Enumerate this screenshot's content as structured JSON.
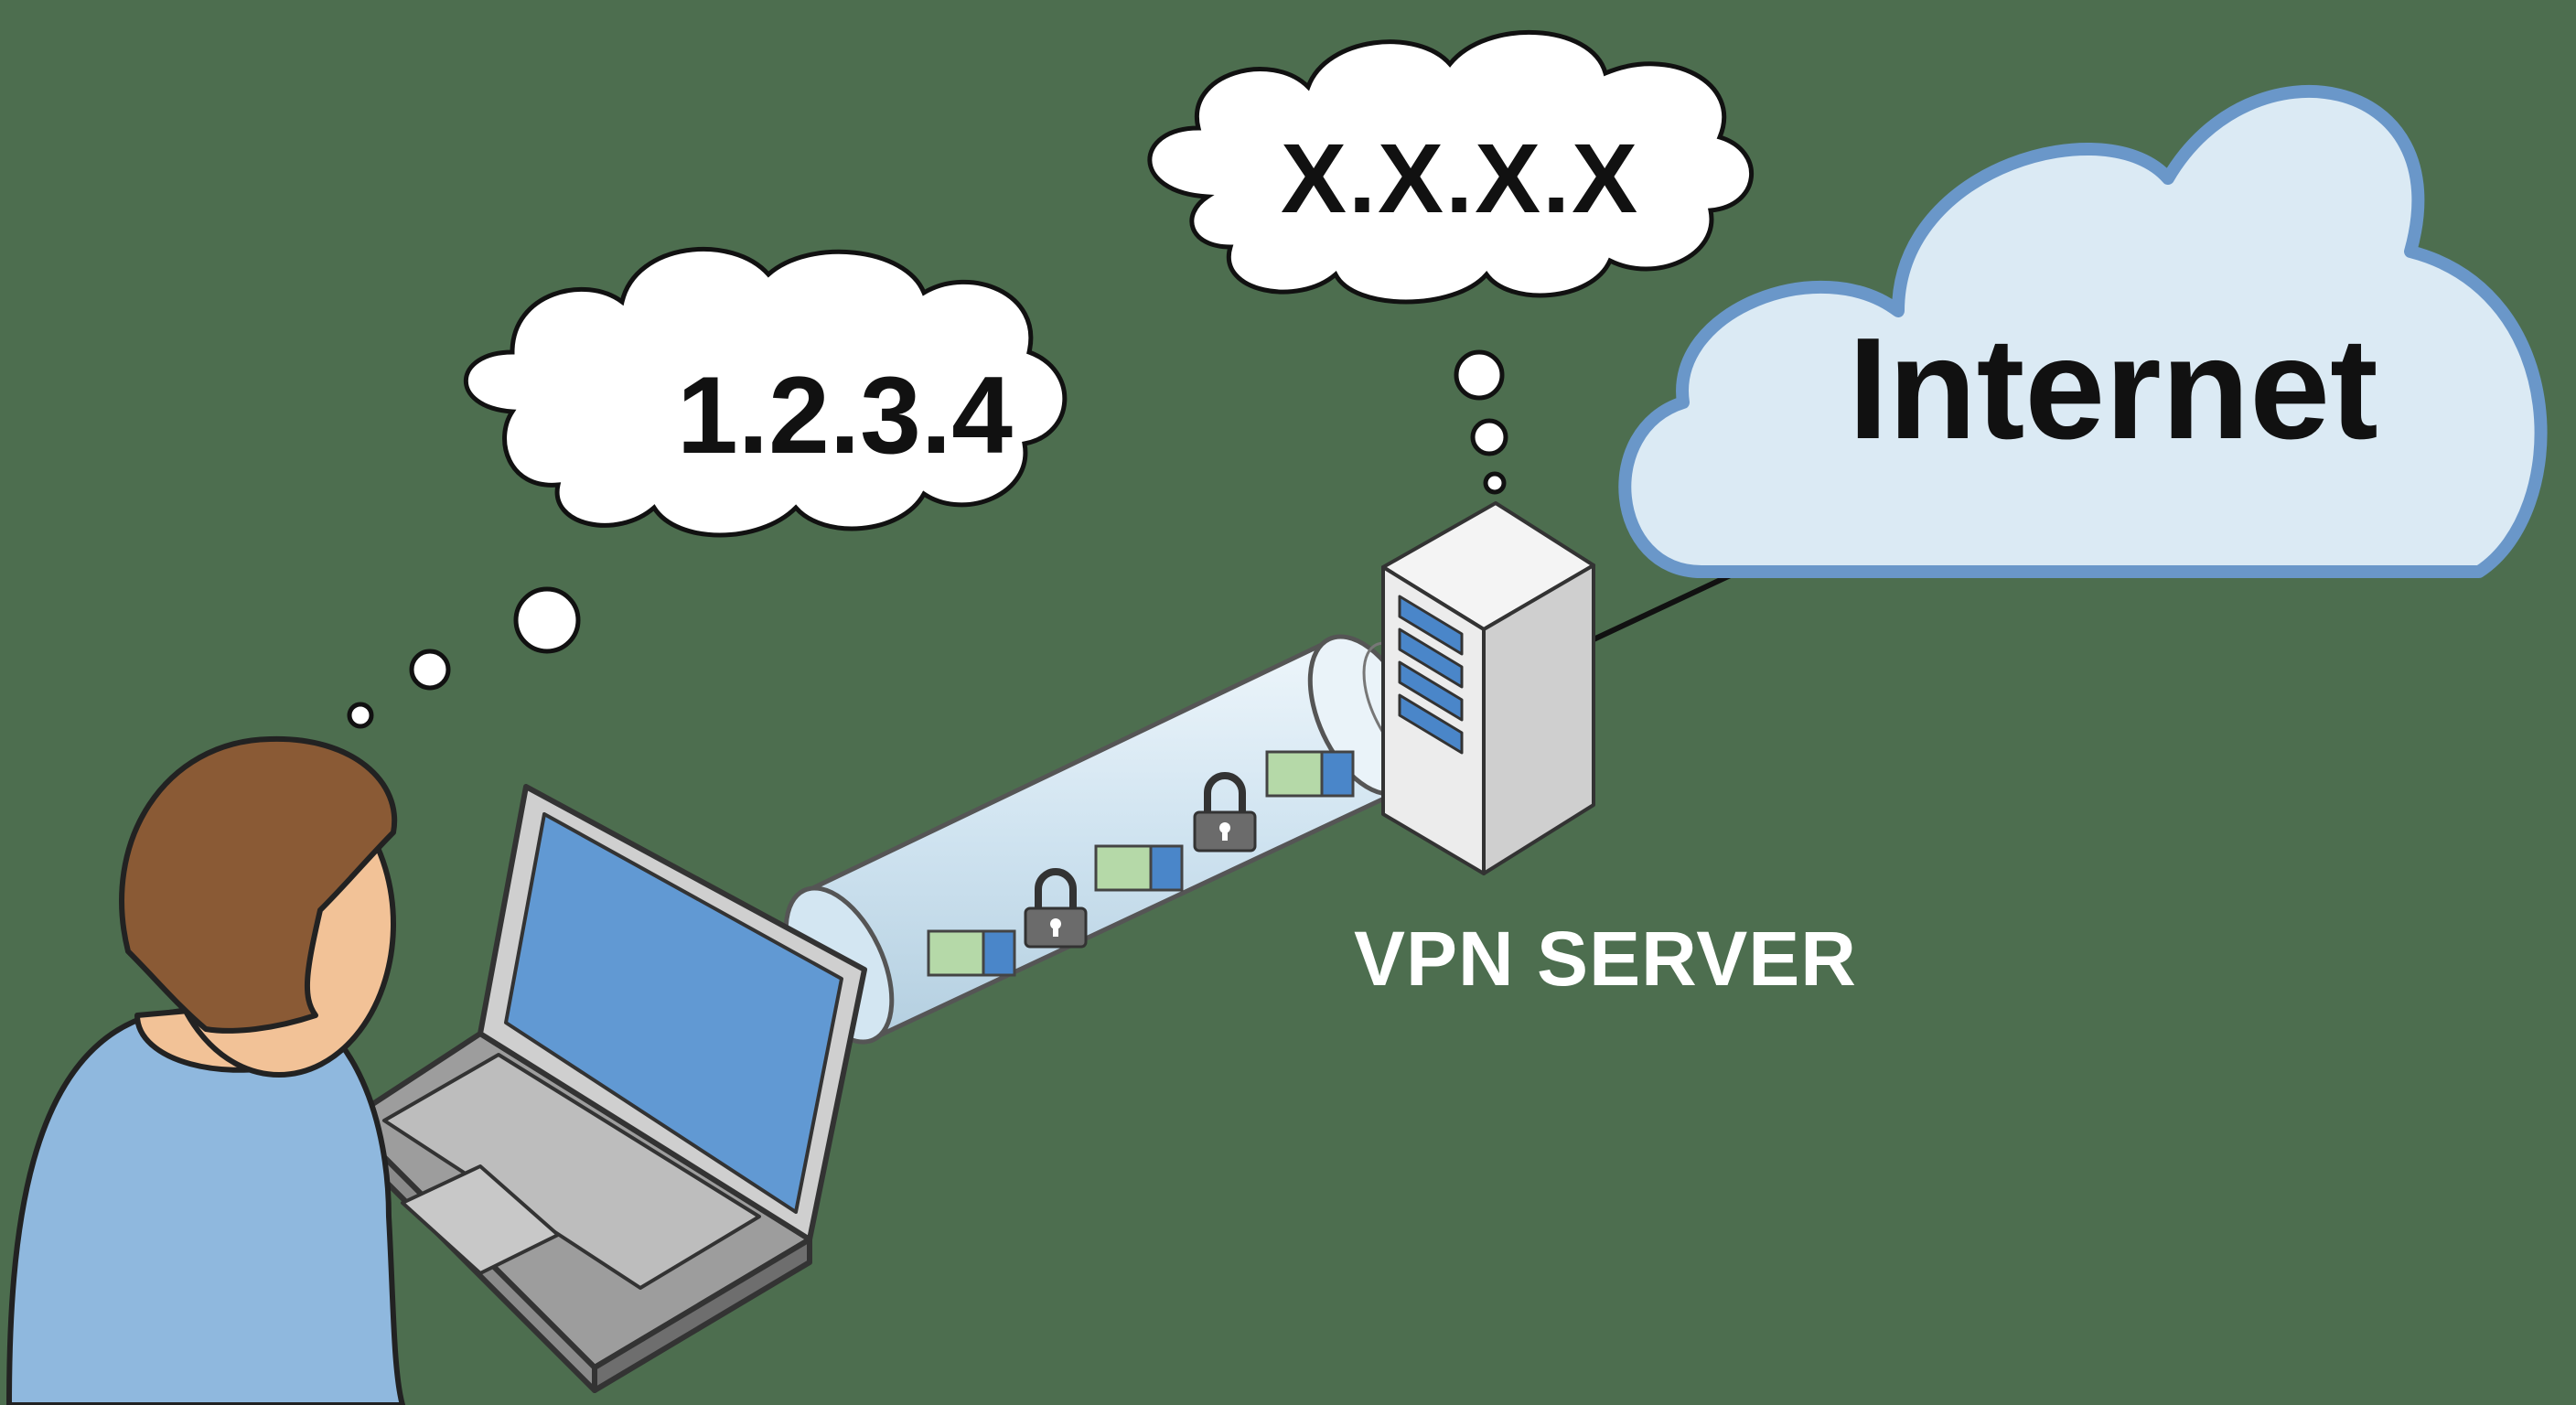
{
  "labels": {
    "client_ip": "1.2.3.4",
    "server_ip": "X.X.X.X",
    "internet": "Internet",
    "vpn_server": "VPN SERVER"
  },
  "colors": {
    "background": "#4d6e4f",
    "thought_bubble": "#ffffff",
    "internet_cloud_fill": "#dbeaf4",
    "internet_cloud_border": "#6a97c9",
    "laptop_screen": "#6199d3",
    "user_shirt": "#8fb8de",
    "user_hair": "#8a5a35",
    "user_skin": "#f2c297",
    "tunnel": "#d9ebf5",
    "packet_green": "#b5d9a8",
    "packet_blue": "#4a86c9",
    "padlock": "#6b6b6b",
    "server": "#ececec"
  },
  "icons": [
    "thought-bubble",
    "internet-cloud",
    "user-person",
    "laptop",
    "vpn-tunnel",
    "padlock-icon",
    "data-packet",
    "server-tower"
  ]
}
